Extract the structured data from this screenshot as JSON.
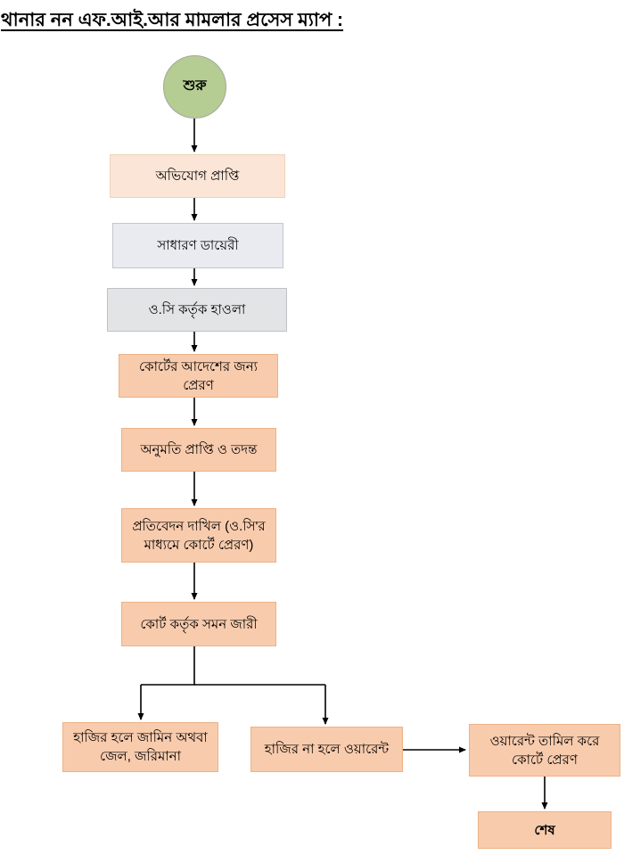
{
  "title": "থানার নন এফ.আই.আর মামলার প্রসেস ম্যাপ  :",
  "nodes": {
    "start": {
      "label": "শুরু"
    },
    "complaint": {
      "label": "অভিযোগ প্রাপ্তি"
    },
    "general_diary": {
      "label": "সাধারণ ডায়েরী"
    },
    "oc_hawla": {
      "label": "ও.সি কর্তৃক হাওলা"
    },
    "court_order": {
      "label": "কোর্টের আদেশের জন্য প্রেরণ"
    },
    "permission": {
      "label": "অনুমতি প্রাপ্তি ও তদন্ত"
    },
    "report": {
      "label": "প্রতিবেদন দাখিল (ও.সি'র মাধ্যমে কোর্টে প্রেরণ)"
    },
    "summon": {
      "label": "কোর্ট কর্তৃক সমন জারী"
    },
    "present": {
      "label": "হাজির হলে জামিন অথবা জেল, জরিমানা"
    },
    "absent": {
      "label": "হাজির না হলে ওয়ারেন্ট"
    },
    "warrant_exec": {
      "label": "ওয়ারেন্ট তামিল করে কোর্টে প্রেরণ"
    },
    "end": {
      "label": "শেষ"
    }
  },
  "colors": {
    "peach": "#f8cbad",
    "light_peach": "#fbe5d6",
    "gray_light": "#e9ebf1",
    "gray": "#e3e4e6",
    "green": "#b5cc92",
    "arrow": "#000000"
  }
}
